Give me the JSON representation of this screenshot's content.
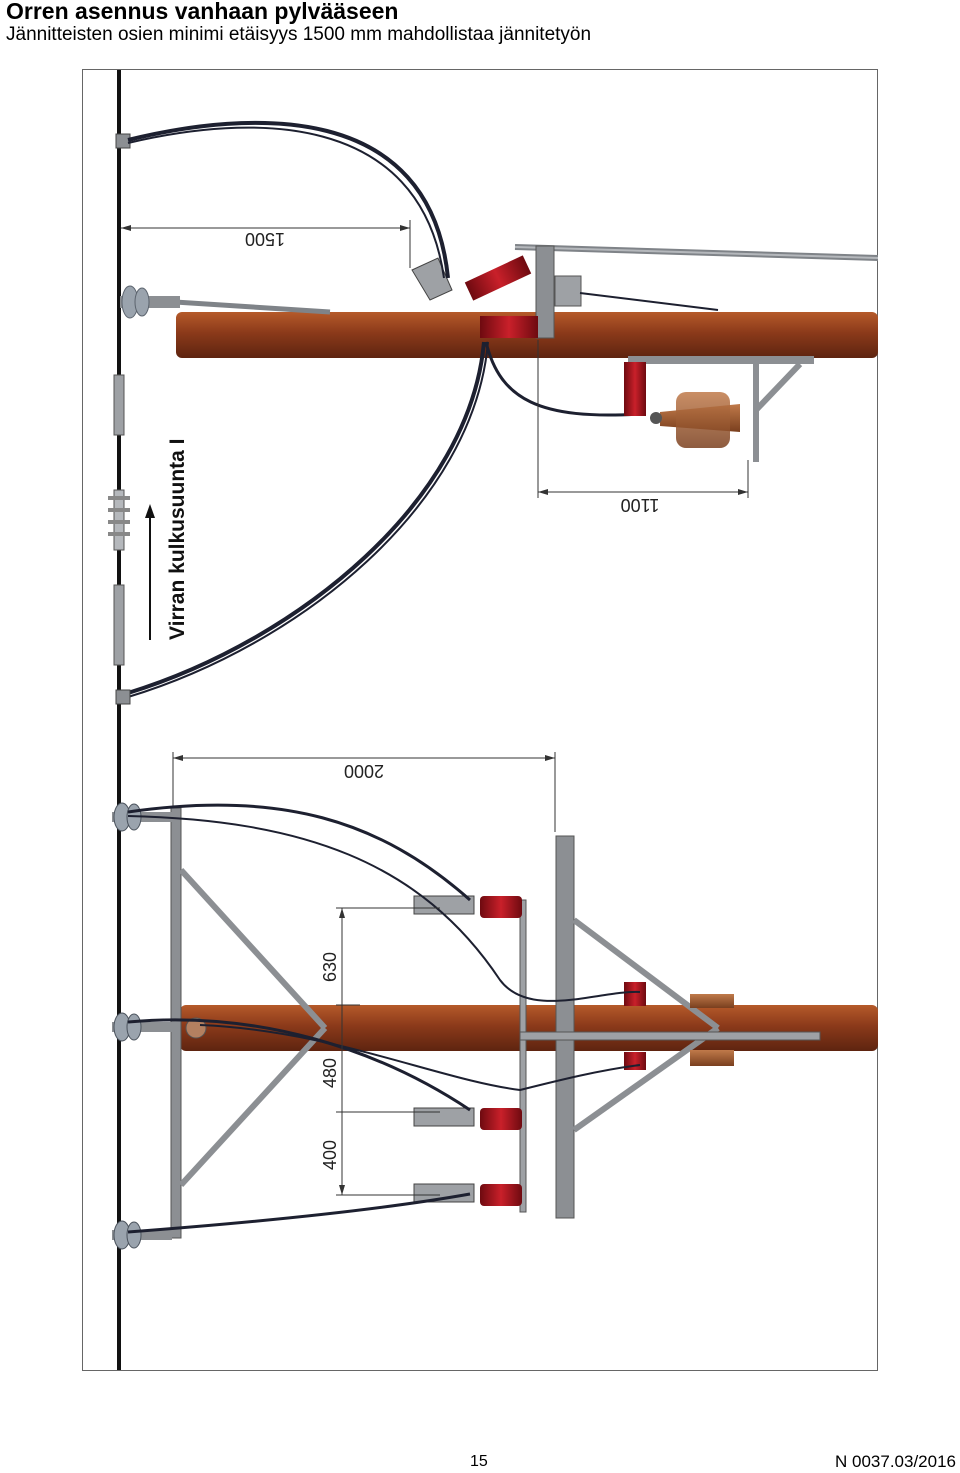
{
  "header": {
    "title": "Orren asennus vanhaan pylvääseen",
    "subtitle": "Jännitteisten osien minimi etäisyys 1500 mm mahdollistaa jännitetyön"
  },
  "figure": {
    "direction_label": "Virran kulkusuunta I",
    "dimensions": {
      "top_clearance": "1500",
      "arrester_offset": "1100",
      "crossarm_span": "2000",
      "spacing_upper": "630",
      "spacing_middle": "480",
      "spacing_lower": "400"
    },
    "colors": {
      "pole": "#8b3a1a",
      "insulator_red": "#a3121b",
      "insulator_brown": "#9a5a32",
      "steel": "#8c8f93",
      "cable": "#1d2030"
    }
  },
  "footer": {
    "page_number": "15",
    "document_code": "N 0037.03/2016"
  }
}
